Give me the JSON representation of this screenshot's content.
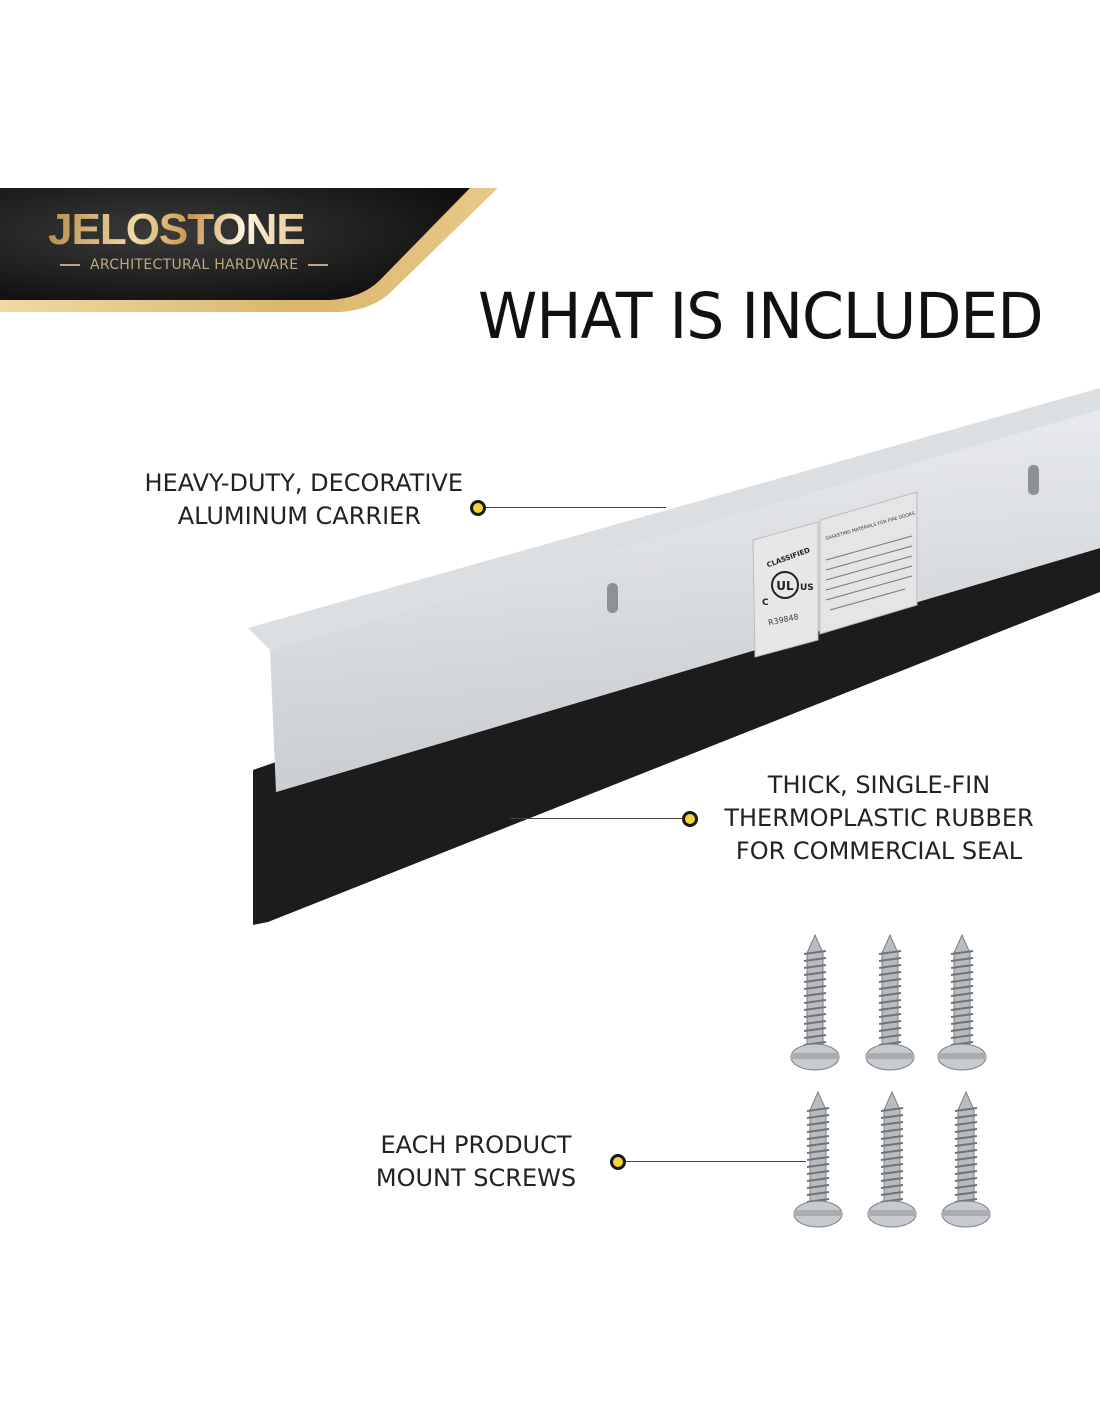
{
  "brand": {
    "name": "JELOSTONE",
    "tagline": "ARCHITECTURAL HARDWARE"
  },
  "title": "WHAT IS INCLUDED",
  "callouts": [
    {
      "lines": [
        "HEAVY-DUTY, DECORATIVE",
        "ALUMINUM CARRIER"
      ]
    },
    {
      "lines": [
        "THICK, SINGLE-FIN",
        "THERMOPLASTIC RUBBER",
        "FOR COMMERCIAL SEAL"
      ]
    },
    {
      "lines": [
        "EACH PRODUCT",
        "MOUNT SCREWS"
      ]
    }
  ],
  "product_label": {
    "classified": "CLASSIFIED",
    "ul": "UL",
    "c": "C",
    "us": "US",
    "file_no": "R39848",
    "heading": "GASKETING MATERIALS FOR FIRE DOORS"
  },
  "colors": {
    "gold": "#d9b56e",
    "marker": "#f2d43c",
    "rubber": "#1c1c1c",
    "aluminum": "#d8dbde"
  }
}
